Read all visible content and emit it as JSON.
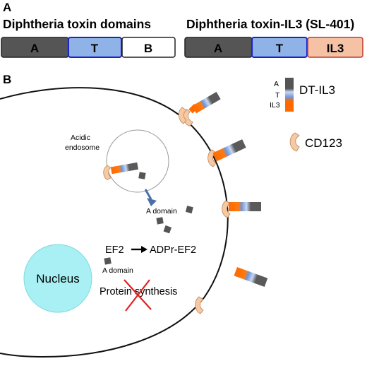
{
  "panel_a": {
    "letter": "A",
    "left_title": "Diphtheria toxin domains",
    "right_title": "Diphtheria toxin-IL3 (SL-401)",
    "left_segments": [
      "A",
      "T",
      "B"
    ],
    "right_segments": [
      "A",
      "T",
      "IL3"
    ]
  },
  "panel_b": {
    "letter": "B",
    "legend": {
      "construct_label": "DT-IL3",
      "segment_letters": [
        "A",
        "T",
        "IL3"
      ],
      "receptor_label": "CD123"
    },
    "endosome_label": [
      "Acidic",
      "endosome"
    ],
    "a_domain_label_1": "A domain",
    "a_domain_label_2": "A domain",
    "ef2_label": "EF2",
    "adpr_label": "ADPr-EF2",
    "nucleus_label": "Nucleus",
    "protein_synthesis_label": "Protein synthesis"
  },
  "colors": {
    "domain_a": "#555555",
    "domain_t": "#8fb3e6",
    "domain_b": "#ffffff",
    "domain_il3": "#f5c2a6",
    "outline_blue": "#1a22c8",
    "outline_red": "#c0392b",
    "construct_orange": "#ff6a00",
    "receptor": "#f7c9a3",
    "nucleus": "#a8f0f4",
    "cross": "#e02020"
  }
}
